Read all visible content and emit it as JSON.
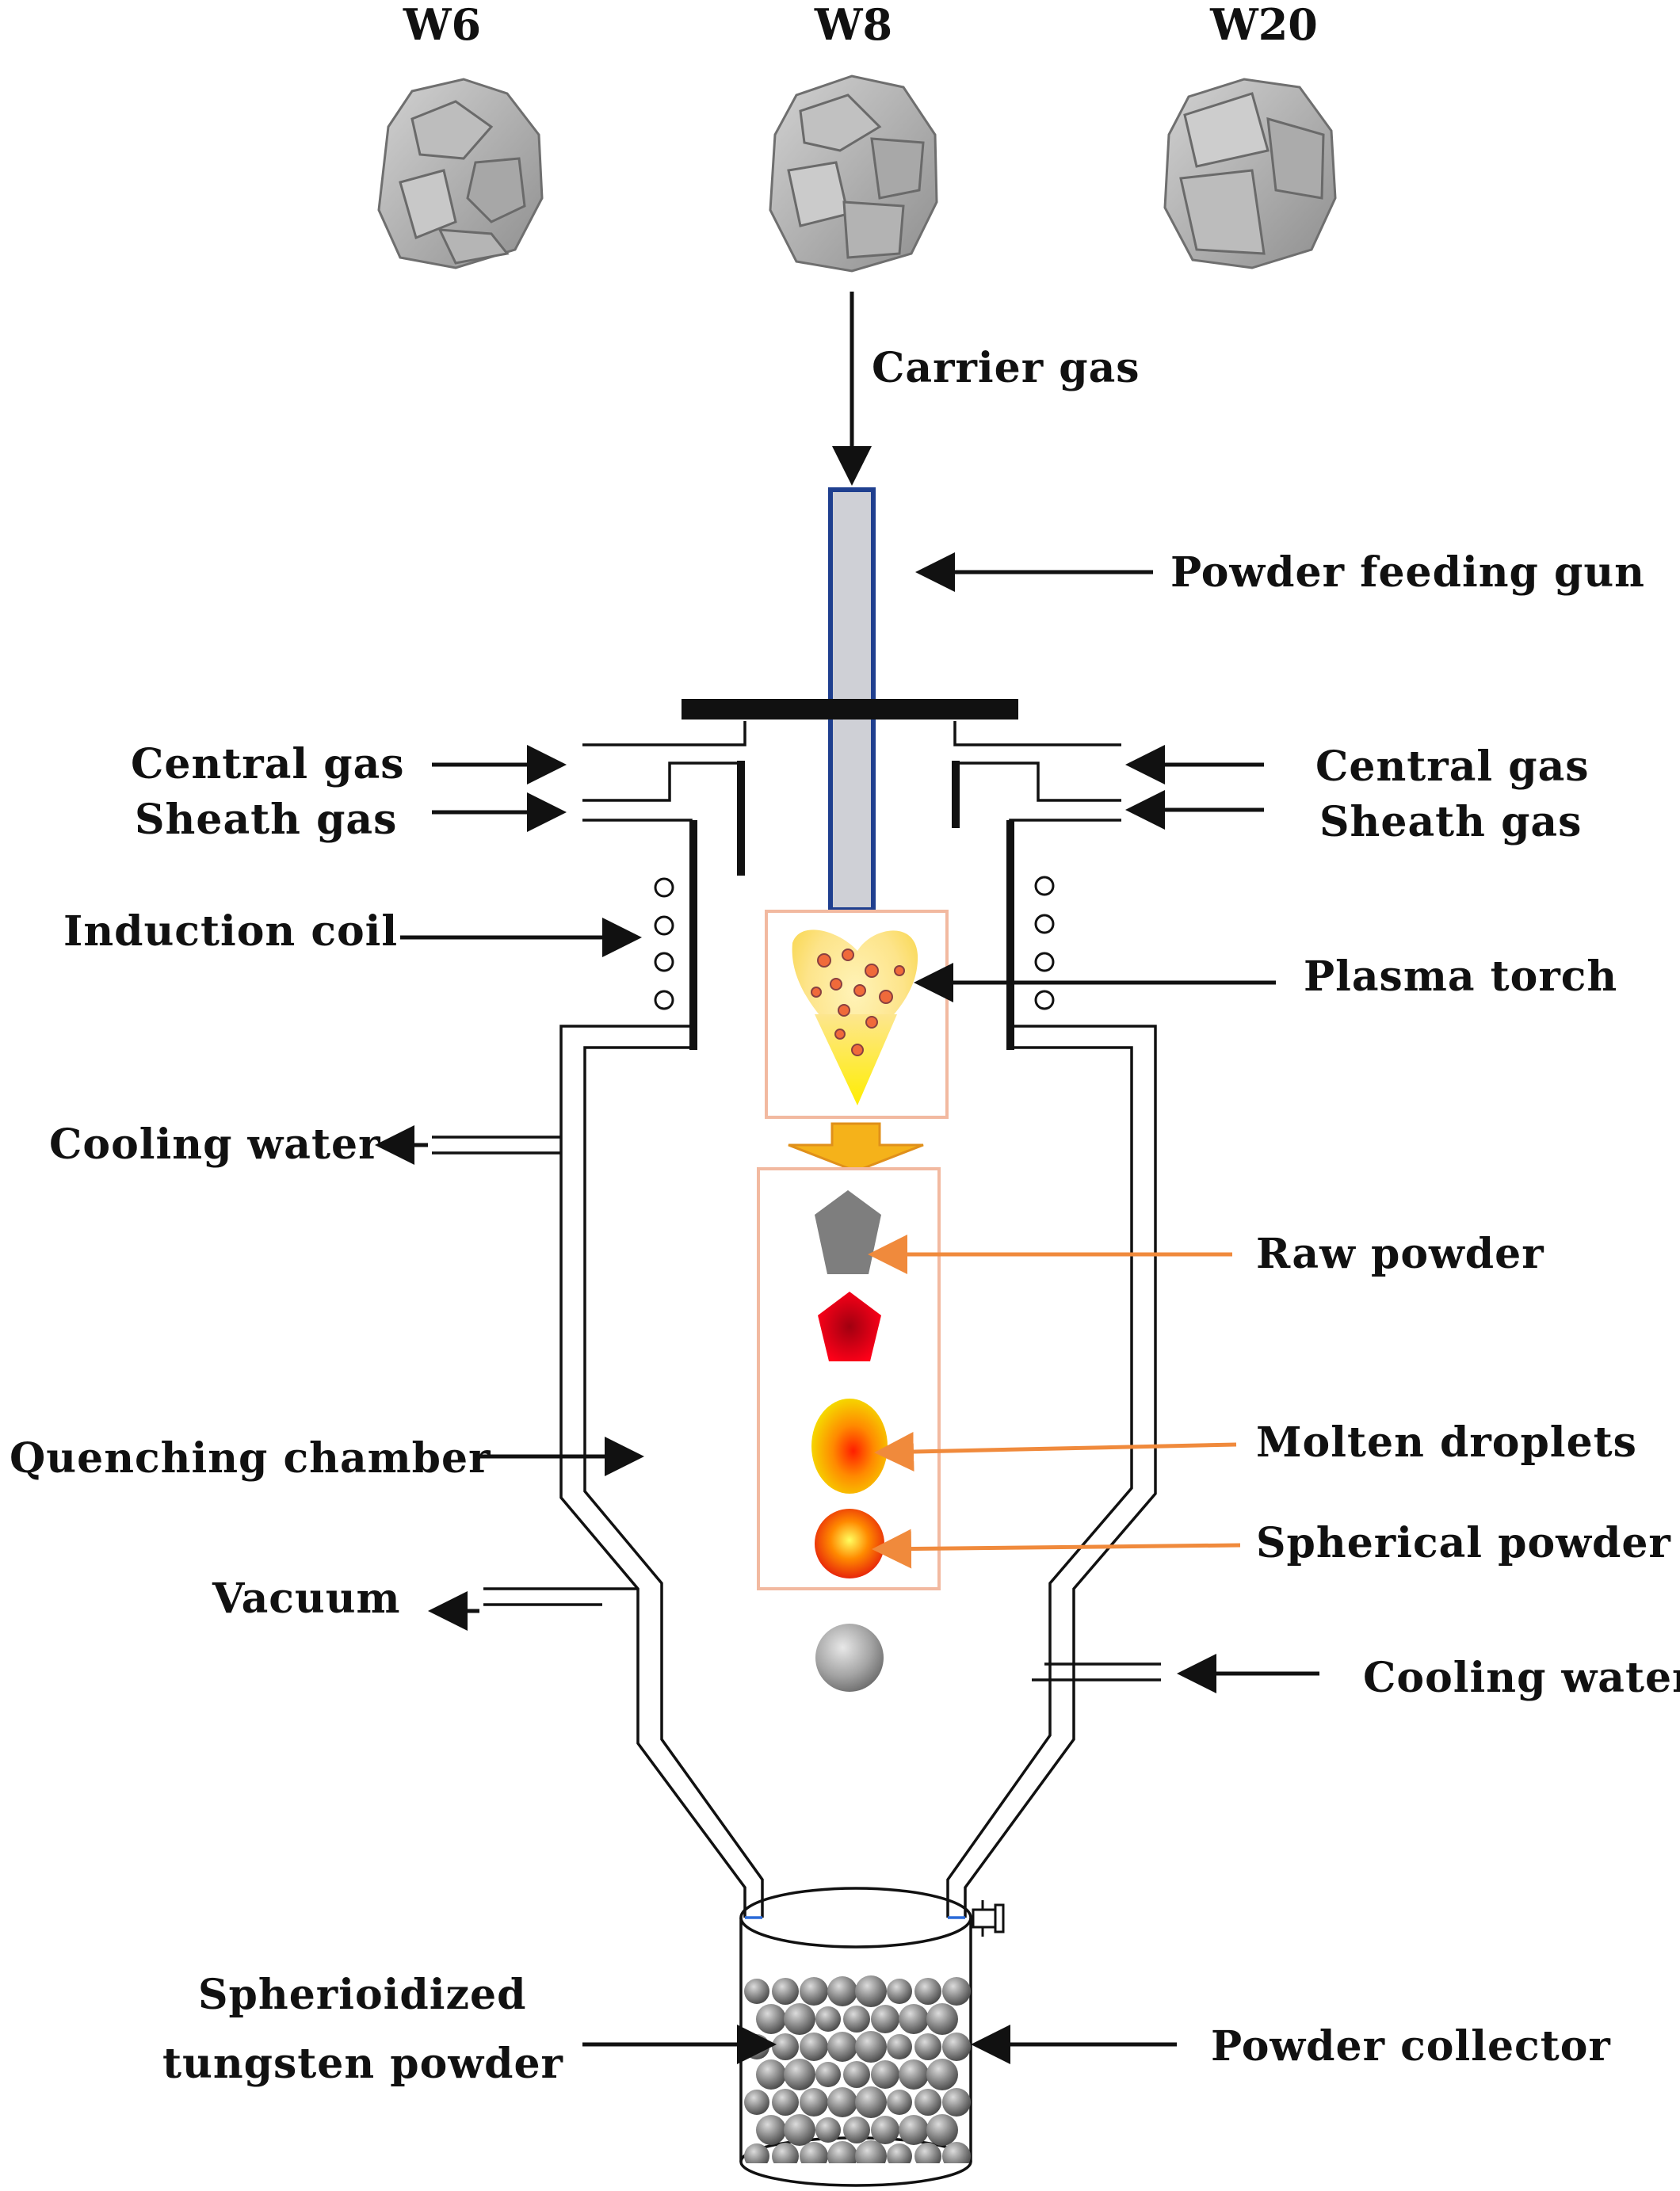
{
  "powders": {
    "w6": "W6",
    "w8": "W8",
    "w20": "W20"
  },
  "labels": {
    "carrier_gas": "Carrier gas",
    "powder_feeding_gun": "Powder  feeding gun",
    "central_gas_left": "Central gas",
    "sheath_gas_left": "Sheath gas",
    "central_gas_right": "Central gas",
    "sheath_gas_right": "Sheath gas",
    "induction_coil": "Induction  coil",
    "plasma_torch": "Plasma torch",
    "cooling_water_left": "Cooling water",
    "raw_powder": "Raw powder",
    "quenching_chamber": "Quenching  chamber",
    "molten_droplets": "Molten droplets",
    "spherical_powder": "Spherical powder",
    "vacuum": "Vacuum",
    "cooling_water_right": "Cooling  water",
    "spherioidized_line1": "Spherioidized",
    "spherioidized_line2": "tungsten  powder",
    "powder_collector": "Powder  collector"
  },
  "colors": {
    "line": "#111111",
    "orange_arrow": "#f08a3c",
    "gun_border": "#1f3f8f",
    "gun_fill": "#cfd0d6",
    "box_border": "#f2b9a0",
    "powder_gray": "#8e8e8e"
  }
}
